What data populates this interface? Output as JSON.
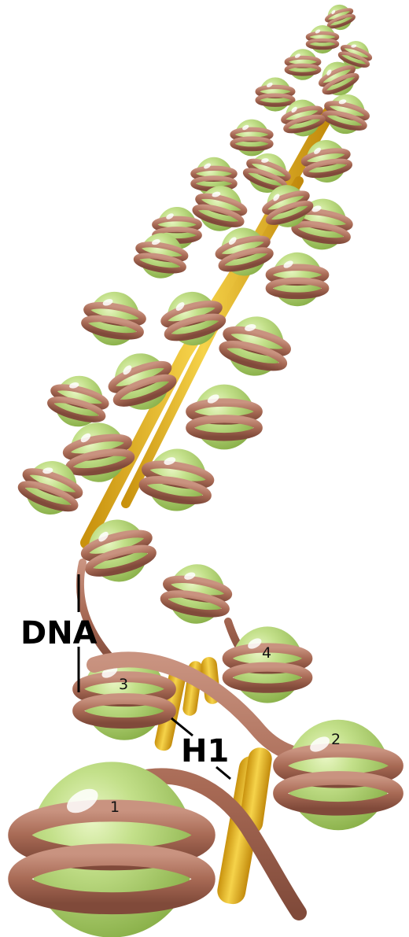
{
  "labels": {
    "dna": "DNA",
    "h1": "H1",
    "nucleosome_1": "1",
    "nucleosome_2": "2",
    "nucleosome_3": "3",
    "nucleosome_4": "4"
  },
  "colors": {
    "histone_core": "#a9cc6b",
    "histone_core_light": "#d6eea6",
    "dna_strand": "#b47a64",
    "dna_strand_dark": "#8c5444",
    "linker_histone": "#e9b81c",
    "background": "#ffffff"
  }
}
